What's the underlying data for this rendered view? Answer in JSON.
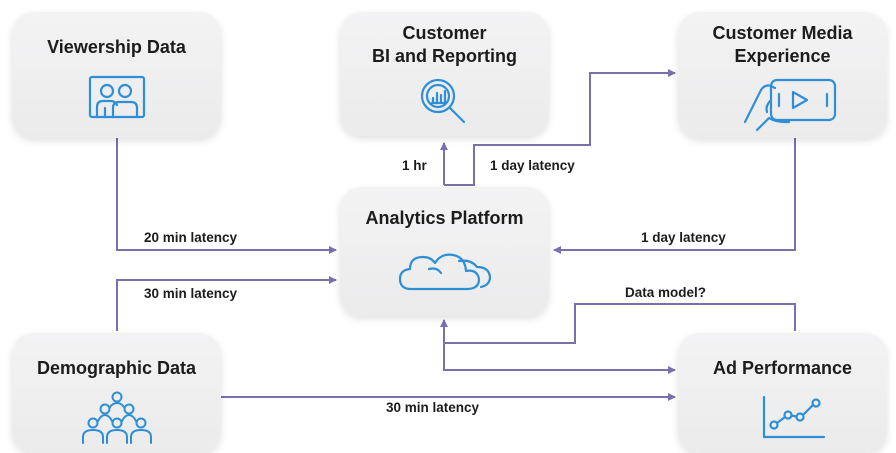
{
  "colors": {
    "connector": "#7b6fae",
    "icon": "#2f8fd6",
    "box_fill": "#eeeeef",
    "text": "#1c1c1c"
  },
  "nodes": {
    "viewership": {
      "title": "Viewership Data",
      "icon": "people-screen-icon"
    },
    "bi": {
      "title_line1": "Customer",
      "title_line2": "BI and Reporting",
      "icon": "magnifier-chart-icon"
    },
    "media": {
      "title_line1": "Customer Media",
      "title_line2": "Experience",
      "icon": "hand-phone-video-icon"
    },
    "analytics": {
      "title": "Analytics Platform",
      "icon": "cloud-icon"
    },
    "demographic": {
      "title": "Demographic Data",
      "icon": "people-group-icon"
    },
    "ad": {
      "title": "Ad Performance",
      "icon": "line-chart-icon"
    }
  },
  "edges": {
    "viewership_to_analytics": "20 min latency",
    "demographic_to_analytics": "30 min latency",
    "analytics_to_bi": "1 hr",
    "analytics_to_media": "1 day latency",
    "media_to_analytics": "1 day latency",
    "ad_to_analytics": "Data model?",
    "demographic_to_ad": "30 min latency"
  }
}
